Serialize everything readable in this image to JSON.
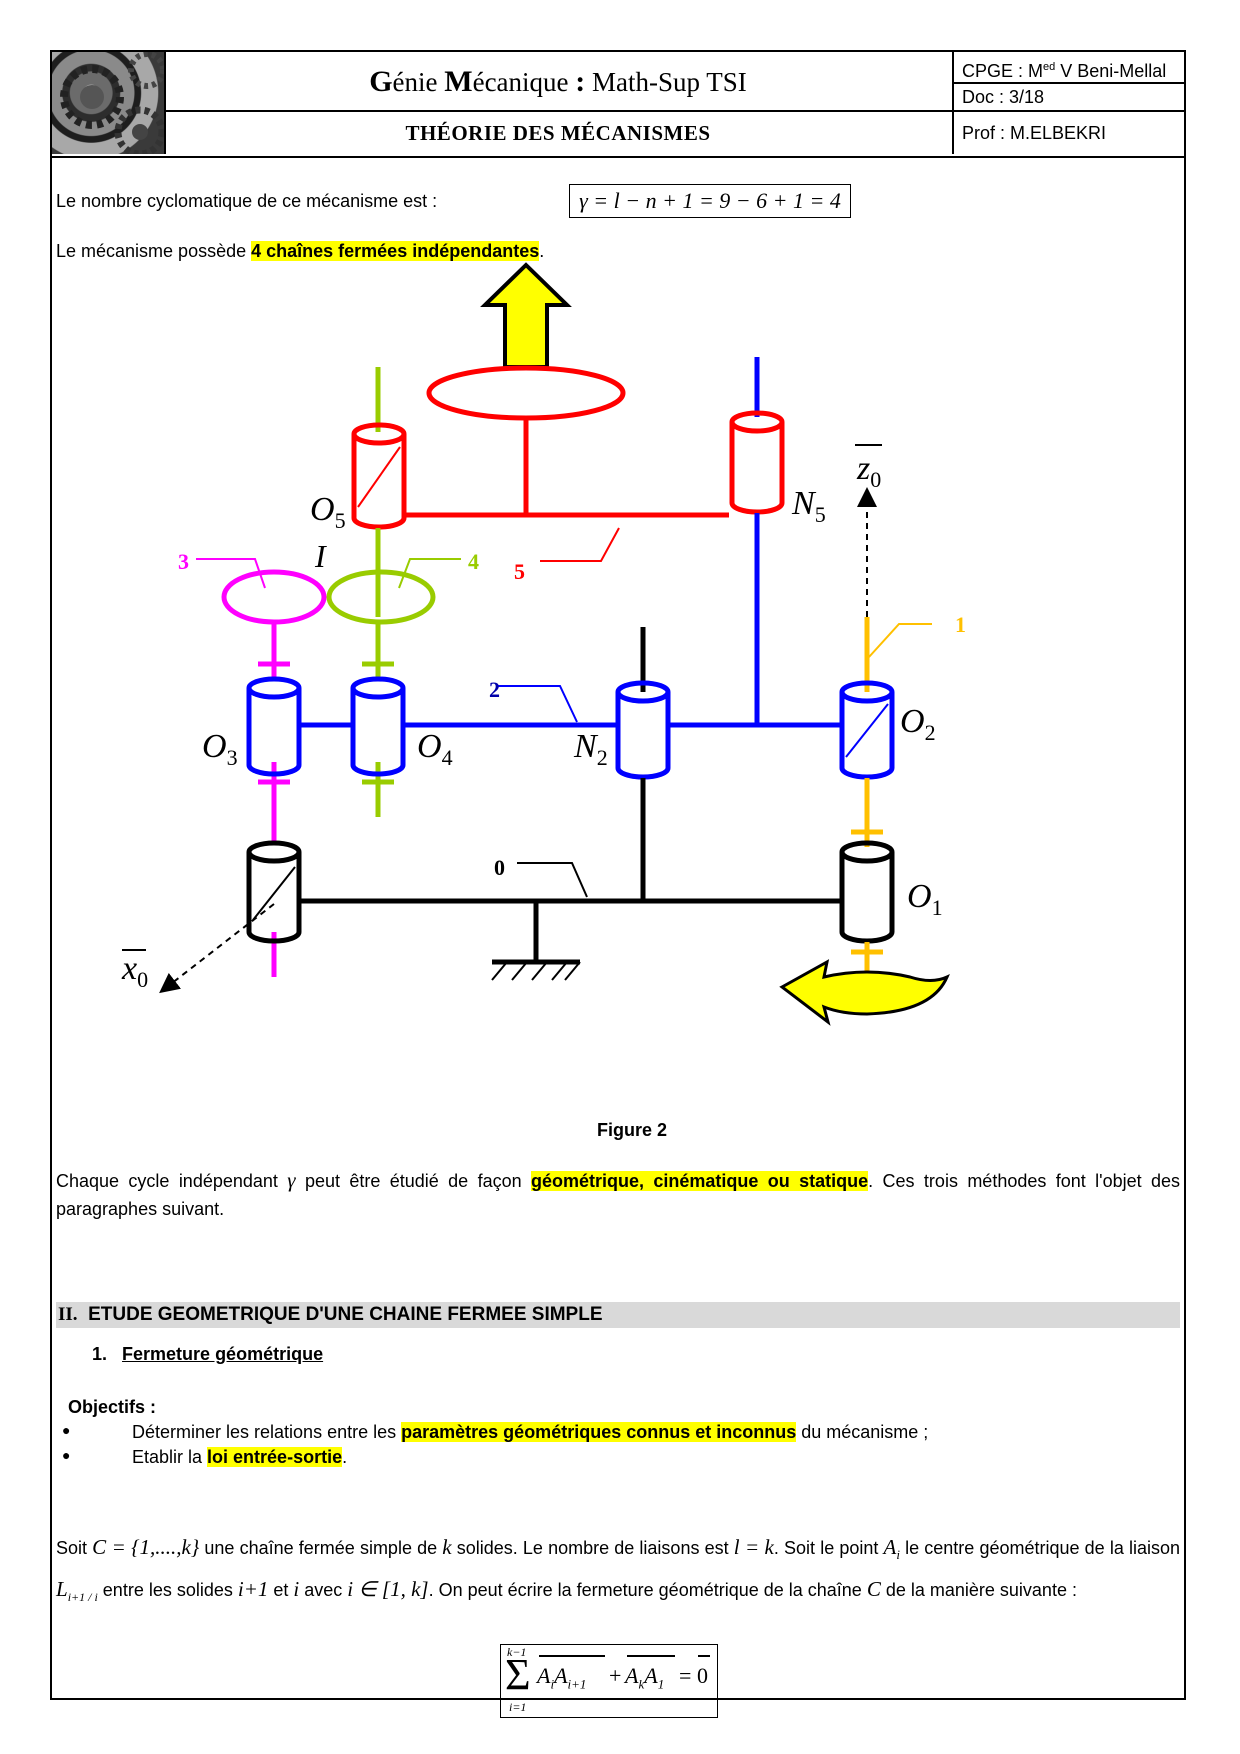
{
  "header": {
    "title_g": "G",
    "title_part1": "énie ",
    "title_m": "M",
    "title_part2": "écanique ",
    "title_colon": ":",
    "title_part3": " Math-Sup TSI",
    "subtitle": "THÉORIE DES MÉCANISMES",
    "school_prefix": "CPGE : M",
    "school_sup": "ed",
    "school_suffix": " V Beni-Mellal",
    "doc": "Doc : 3/18",
    "prof": "Prof : M.ELBEKRI"
  },
  "intro": {
    "cyclomatic_text": "Le nombre cyclomatique de ce mécanisme est :",
    "cyclomatic_formula": "γ = l − n + 1 = 9 − 6 + 1 = 4",
    "chains_before": "Le mécanisme possède ",
    "chains_highlight": "4 chaînes fermées indépendantes",
    "chains_after": "."
  },
  "figure": {
    "caption": "Figure 2",
    "labels": {
      "o5": "O",
      "o5_sub": "5",
      "n5": "N",
      "n5_sub": "5",
      "z0": "z",
      "z0_sub": "0",
      "five": "5",
      "three": "3",
      "i": "I",
      "four": "4",
      "one": "1",
      "two": "2",
      "o3": "O",
      "o3_sub": "3",
      "o4": "O",
      "o4_sub": "4",
      "n2": "N",
      "n2_sub": "2",
      "o2": "O",
      "o2_sub": "2",
      "zero": "0",
      "o1": "O",
      "o1_sub": "1",
      "x0": "x",
      "x0_sub": "0"
    },
    "colors": {
      "red": "#ff0000",
      "blue": "#0000ff",
      "magenta": "#ff00ff",
      "green": "#99cc00",
      "orange": "#ffc000",
      "black": "#000000",
      "yellow": "#ffff00"
    }
  },
  "cycles": {
    "text_before": "Chaque cycle indépendant ",
    "gamma": "γ",
    "text_mid": " peut être étudié de façon ",
    "highlight": "géométrique, cinématique ou statique",
    "text_after": ". Ces trois méthodes font l'objet des paragraphes suivant."
  },
  "section_ii": {
    "number": "II.",
    "title": "ETUDE GEOMETRIQUE D'UNE CHAINE FERMEE SIMPLE"
  },
  "subsection_1": {
    "number": "1.",
    "title": "Fermeture géométrique"
  },
  "objectives": {
    "title": "Objectifs :",
    "items": [
      {
        "before": "Déterminer les relations entre les ",
        "highlight": "paramètres géométriques connus et inconnus",
        "after": " du mécanisme ;"
      },
      {
        "before": "Etablir la ",
        "highlight": "loi entrée-sortie",
        "after": "."
      }
    ]
  },
  "paragraph": {
    "line1_a": "Soit ",
    "set_def": "C = {1,....,k}",
    "line1_b": " une chaîne fermée simple de ",
    "k": "k",
    "line1_c": " solides. Le nombre de liaisons est ",
    "l_eq_k": "l = k",
    "line1_d": ". Soit le point ",
    "ai": "A",
    "ai_sub": "i",
    "line1_e": " le centre géométrique de la liaison ",
    "l": "L",
    "l_sub": "i+1 / i",
    "line1_f": " entre les solides ",
    "i_plus_1": "i+1",
    "line1_g": " et ",
    "i": "i",
    "line1_h": " avec ",
    "interval": "i ∈ [1, k]",
    "line1_i": ". On peut écrire la fermeture géométrique de la chaîne ",
    "c": "C",
    "line1_j": " de la manière suivante :"
  },
  "closure_formula": {
    "sum_top": "k−1",
    "sum_bottom": "i=1",
    "sigma": "Σ",
    "term1": "A",
    "term1_sub1": "i",
    "term1_b": "A",
    "term1_sub2": "i+1",
    "plus": "+",
    "term2": "A",
    "term2_sub1": "k",
    "term2_b": "A",
    "term2_sub2": "1",
    "equals": "=",
    "zero": "0"
  }
}
